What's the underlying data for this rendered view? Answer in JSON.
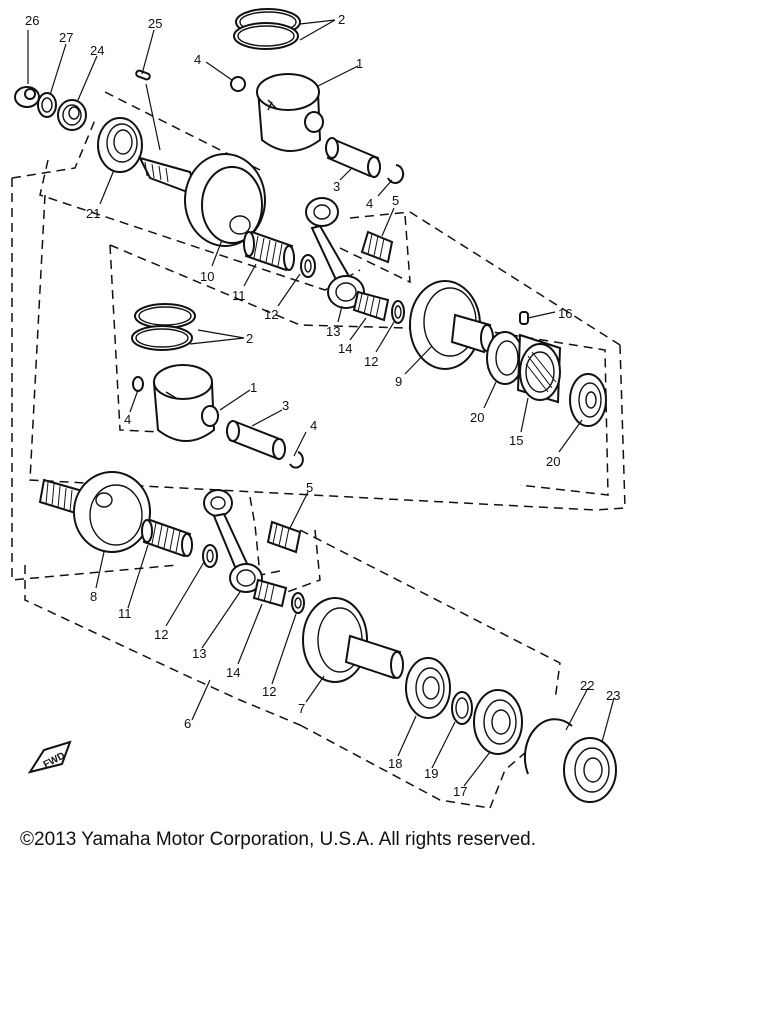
{
  "parts": [
    {
      "ref": "1"
    },
    {
      "ref": "2"
    },
    {
      "ref": "3"
    },
    {
      "ref": "4"
    },
    {
      "ref": "5"
    },
    {
      "ref": "6"
    },
    {
      "ref": "7"
    },
    {
      "ref": "8"
    },
    {
      "ref": "9"
    },
    {
      "ref": "10"
    },
    {
      "ref": "11"
    },
    {
      "ref": "12"
    },
    {
      "ref": "13"
    },
    {
      "ref": "14"
    },
    {
      "ref": "15"
    },
    {
      "ref": "16"
    },
    {
      "ref": "17"
    },
    {
      "ref": "18"
    },
    {
      "ref": "19"
    },
    {
      "ref": "20"
    },
    {
      "ref": "21"
    },
    {
      "ref": "22"
    },
    {
      "ref": "23"
    },
    {
      "ref": "24"
    },
    {
      "ref": "25"
    },
    {
      "ref": "26"
    },
    {
      "ref": "27"
    }
  ],
  "fwd_mark": "FWD",
  "copyright": "©2013 Yamaha Motor Corporation, U.S.A. All rights reserved."
}
